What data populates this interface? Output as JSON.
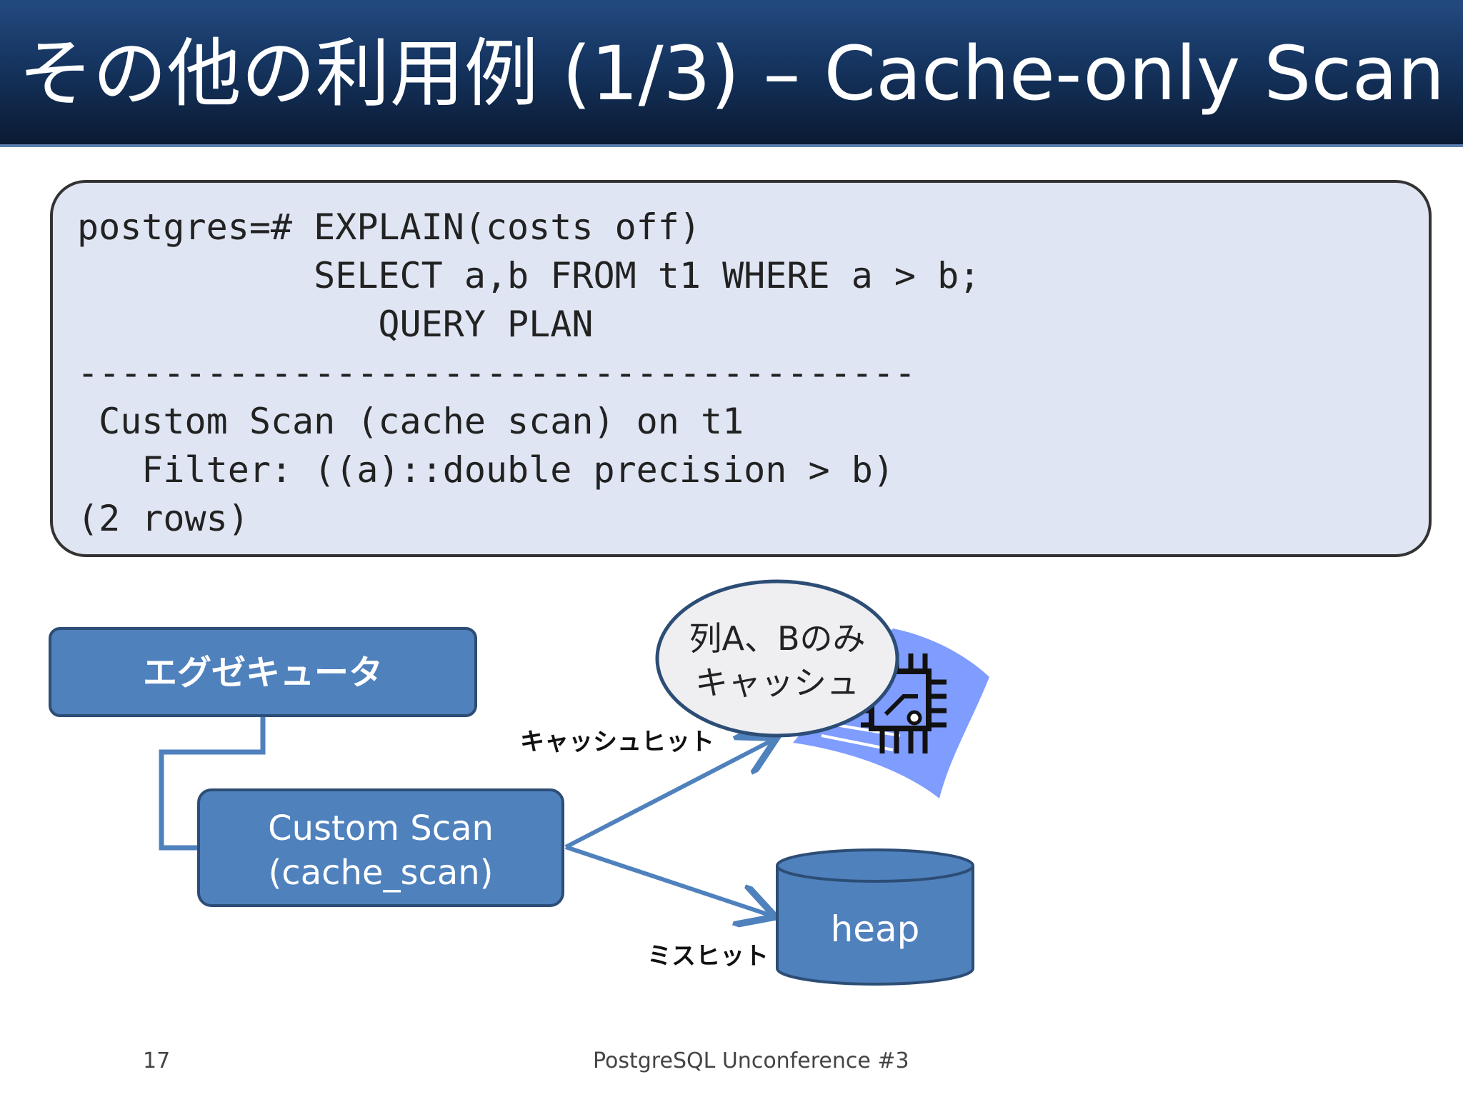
{
  "title": "その他の利用例 (1/3) – Cache-only Scan",
  "code": {
    "lines": [
      "postgres=# EXPLAIN(costs off)",
      "           SELECT a,b FROM t1 WHERE a > b;",
      "              QUERY PLAN",
      "---------------------------------------",
      " Custom Scan (cache scan) on t1",
      "   Filter: ((a)::double precision > b)",
      "(2 rows)"
    ]
  },
  "diagram": {
    "executor_label": "エグゼキュータ",
    "custom_scan_line1": "Custom Scan",
    "custom_scan_line2": "(cache_scan)",
    "cache_bubble_line1": "列A、Bのみ",
    "cache_bubble_line2": "キャッシュ",
    "cache_hit_label": "キャッシュヒット",
    "miss_hit_label": "ミスヒット",
    "heap_label": "heap",
    "box_fill": "#4f81bd",
    "box_stroke": "#2c4d75",
    "chip_fill": "#7f9cff"
  },
  "footer": {
    "page_number": "17",
    "conference": "PostgreSQL Unconference #3"
  }
}
